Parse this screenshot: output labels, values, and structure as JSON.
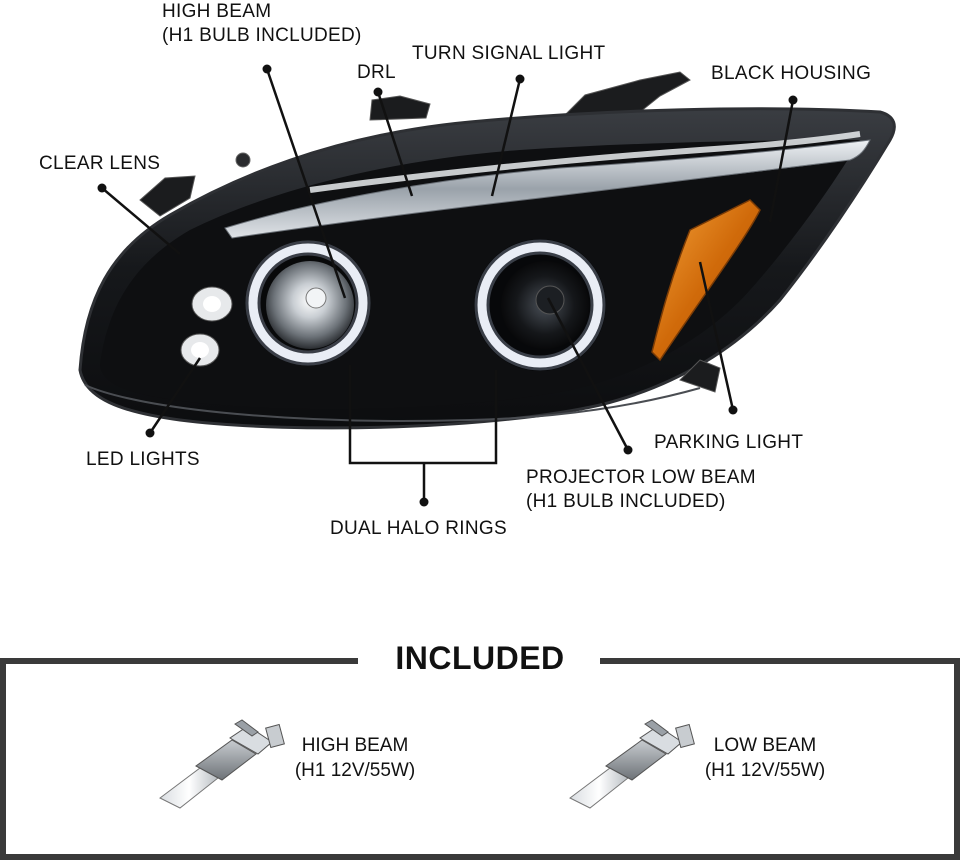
{
  "callouts": {
    "high_beam": [
      "HIGH BEAM",
      "(H1 BULB INCLUDED)"
    ],
    "drl": "DRL",
    "turn_signal": "TURN SIGNAL LIGHT",
    "black_housing": "BLACK HOUSING",
    "clear_lens": "CLEAR LENS",
    "led_lights": "LED LIGHTS",
    "parking_light": "PARKING LIGHT",
    "projector_low_beam": [
      "PROJECTOR LOW BEAM",
      "(H1 BULB INCLUDED)"
    ],
    "dual_halo_rings": "DUAL HALO RINGS"
  },
  "included": {
    "title": "INCLUDED",
    "bulbs": [
      {
        "lines": [
          "HIGH BEAM",
          "(H1 12V/55W)"
        ]
      },
      {
        "lines": [
          "LOW BEAM",
          "(H1 12V/55W)"
        ]
      }
    ]
  },
  "colors": {
    "housing": "#141414",
    "chrome": "#9aa0a6",
    "amber": "#e07a10",
    "halo": "#f4f8ff",
    "frame": "#3a3a3a"
  }
}
